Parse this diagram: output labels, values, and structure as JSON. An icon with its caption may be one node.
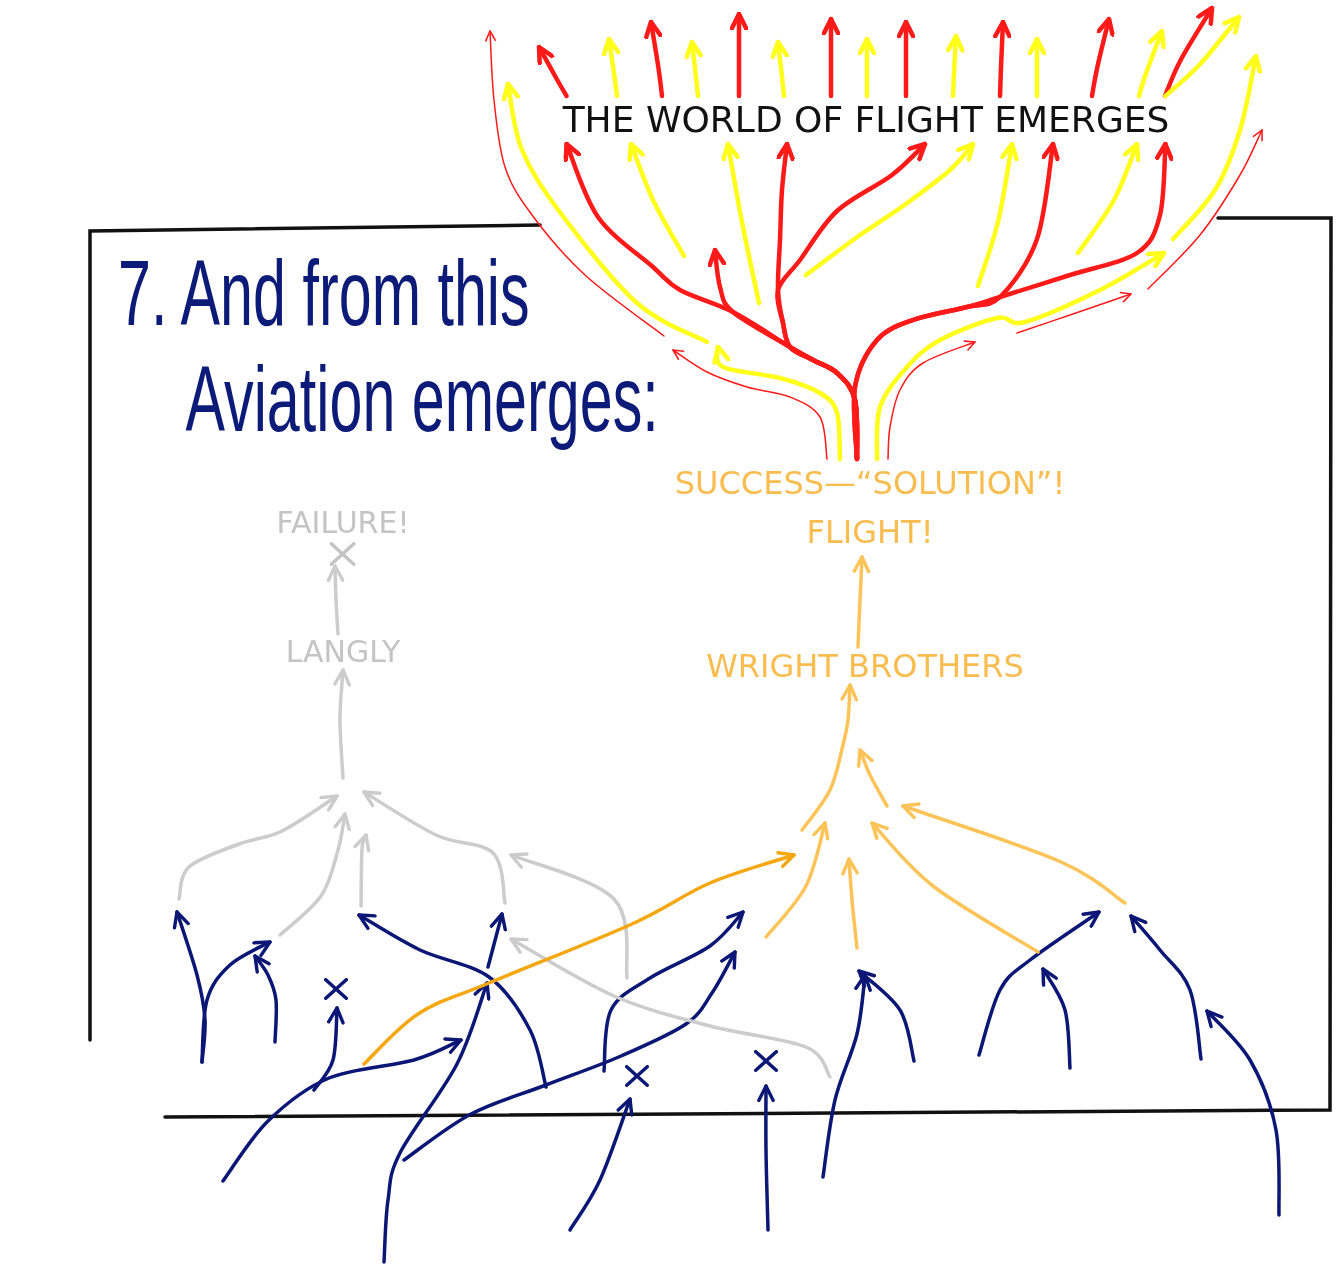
{
  "diagram": {
    "title": "7. And from this Aviation emerges:",
    "nodes": [
      {
        "text": [
          "THE WORLD OF FLIGHT EMERGES"
        ]
      },
      {
        "text": [
          "SUCCESS—“SOLUTION”! FLIGHT!"
        ]
      },
      {
        "text": [
          "FAILURE!"
        ]
      },
      {
        "text": [
          "LANGLY"
        ]
      },
      {
        "text": [
          "WRIGHT BROTHERS"
        ]
      }
    ],
    "edges": [
      {
        "from": 0,
        "to": null,
        "arrow": "to"
      },
      {
        "from": 0,
        "to": null,
        "arrow": "to",
        "color": "#ffff1a"
      },
      {
        "from": 0,
        "to": null,
        "arrow": "to"
      },
      {
        "from": 0,
        "to": null,
        "arrow": "to",
        "color": "#ffff1a"
      },
      {
        "from": 0,
        "to": null,
        "arrow": "to"
      },
      {
        "from": 0,
        "to": null,
        "arrow": "to",
        "color": "#ffff1a"
      },
      {
        "from": 0,
        "to": null,
        "arrow": "to"
      },
      {
        "from": 0,
        "to": null,
        "arrow": "to",
        "color": "#ffff1a"
      },
      {
        "from": 0,
        "to": null,
        "arrow": "to"
      },
      {
        "from": 0,
        "to": null,
        "arrow": "to",
        "color": "#ffff1a"
      },
      {
        "from": 0,
        "to": null,
        "arrow": "to"
      },
      {
        "from": 0,
        "to": null,
        "arrow": "to",
        "color": "#ffff1a"
      },
      {
        "from": 0,
        "to": null,
        "arrow": "to"
      },
      {
        "from": 0,
        "to": null,
        "arrow": "to",
        "color": "#ffff1a"
      },
      {
        "from": 0,
        "to": null,
        "arrow": "to"
      },
      {
        "from": 0,
        "to": null,
        "arrow": "to",
        "color": "#ffff1a"
      },
      {
        "from": 1,
        "to": 0,
        "arrow": "to"
      },
      {
        "from": null,
        "to": 0,
        "arrow": "to",
        "color": "#ffff1a"
      },
      {
        "from": 1,
        "to": null,
        "arrow": "to"
      },
      {
        "from": 1,
        "to": null,
        "arrow": "to"
      },
      {
        "from": 1,
        "to": null,
        "arrow": "to",
        "color": "#ffff1a"
      },
      {
        "from": null,
        "to": 0,
        "arrow": "to",
        "color": "#ffff1a"
      },
      {
        "from": 1,
        "to": 0,
        "arrow": "to"
      },
      {
        "from": 1,
        "to": 0,
        "arrow": "to"
      },
      {
        "from": null,
        "to": 0,
        "arrow": "to",
        "color": "#ffff1a"
      },
      {
        "from": 1,
        "to": null,
        "arrow": "to"
      },
      {
        "from": null,
        "to": 0,
        "arrow": "to",
        "color": "#ffff1a"
      },
      {
        "from": 1,
        "to": 0,
        "arrow": "to"
      },
      {
        "from": null,
        "to": 0,
        "arrow": "to",
        "color": "#ffff1a"
      },
      {
        "from": 1,
        "to": null,
        "arrow": "to",
        "color": "#ffff1a"
      },
      {
        "from": 1,
        "to": 0,
        "arrow": "to"
      },
      {
        "from": null,
        "to": 3,
        "arrow": "to",
        "color": "#cccccc"
      },
      {
        "from": 3,
        "to": 2,
        "arrow": "to",
        "color": "#cccccc"
      },
      {
        "from": null,
        "to": 4,
        "arrow": "to",
        "color": "#fcc458"
      },
      {
        "from": 4,
        "to": 1,
        "arrow": "to",
        "color": "#fcc458"
      }
    ]
  }
}
